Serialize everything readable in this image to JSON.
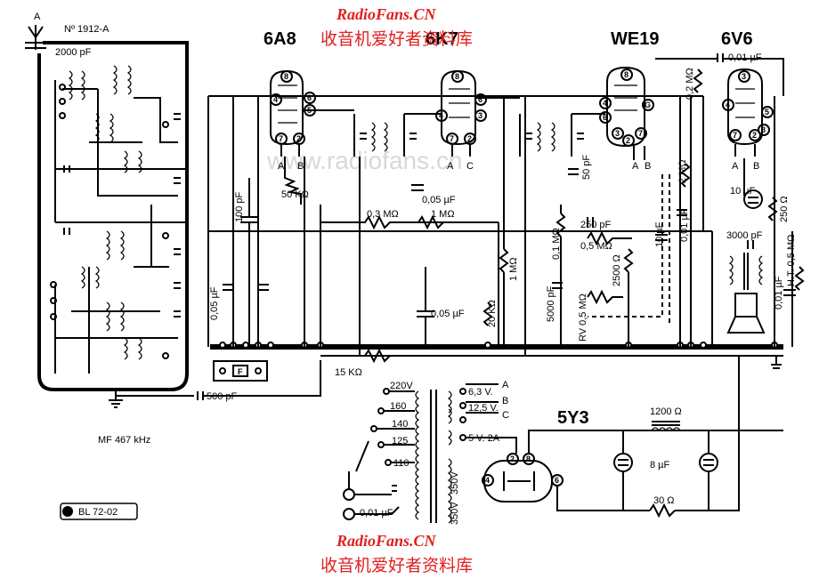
{
  "watermark": {
    "site": "RadioFans.CN",
    "site_cn": "收音机爱好者资料库",
    "faint": "www.radiofans.cn"
  },
  "schematic": {
    "model_ref": "Nº 1912-A",
    "mf_label": "MF 467 kHz",
    "badge": "BL 72-02",
    "antenna_label": "A",
    "tubes": [
      {
        "name": "6A8"
      },
      {
        "name": "6K7"
      },
      {
        "name": "WE19"
      },
      {
        "name": "6V6"
      },
      {
        "name": "5Y3"
      }
    ],
    "components": {
      "c_ant": "2000 pF",
      "c_500": "500 pF",
      "c_100": "100 pF",
      "c_005a": "0,05 µF",
      "c_005b": "0,05 µF",
      "c_005c": "0,05 µF",
      "c_50": "50 pF",
      "c_250": "250 pF",
      "c_10": "10 µF",
      "c_001a": "0,01 µF",
      "c_001b": "0,01 µF",
      "c_001c": "0,01 µF",
      "c_3000": "3000 pF",
      "c_5000": "5000 pF",
      "c_8": "8 µF",
      "r_50k": "50 KΩ",
      "r_03m": "0,3 MΩ",
      "r_1m": "1 MΩ",
      "r_1mv": "1 MΩ",
      "r_20k": "20 KΩ",
      "r_01m": "0,1 MΩ",
      "r_05m": "0,5 MΩ",
      "r_2500": "2500 Ω",
      "r_rv": "RV 0,5 MΩ",
      "r_02m": "0,2 MΩ",
      "r_2m": "2 MΩ",
      "r_250": "250 Ω",
      "r_ht": "H.T. 0,5 MΩ",
      "r_15k": "15 KΩ",
      "r_30": "30 Ω",
      "choke_1200": "1200 Ω",
      "fuse": "F"
    },
    "mains": {
      "taps": [
        "220V",
        "160",
        "140",
        "125",
        "110"
      ],
      "secondaries": [
        "6,3 V.",
        "12,5 V.",
        "5 V. 2A",
        "350V",
        "350V"
      ],
      "sec_terms": [
        "A",
        "B",
        "C"
      ]
    }
  }
}
